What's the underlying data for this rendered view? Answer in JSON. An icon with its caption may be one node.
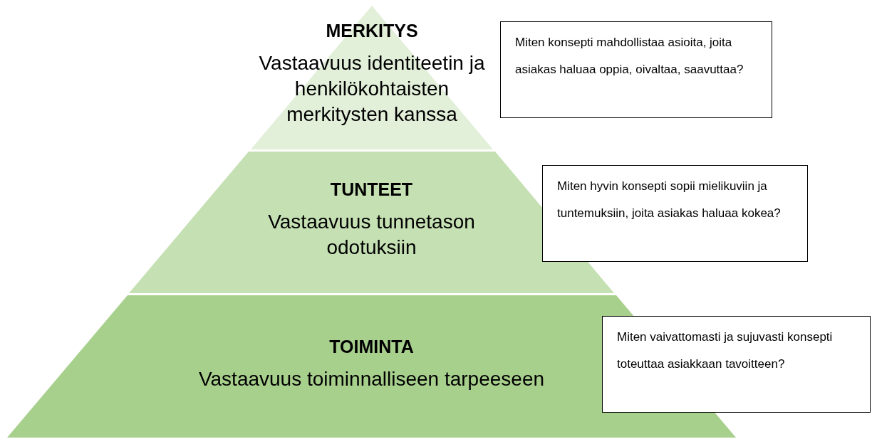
{
  "diagram": {
    "nodes": [
      {
        "text": [
          "MERKITYS",
          "Vastaavuus identiteetin ja henkilökohtaisten merkitysten kanssa"
        ]
      },
      {
        "text": [
          "TUNTEET",
          "Vastaavuus tunnetason odotuksiin"
        ]
      },
      {
        "text": [
          "TOIMINTA",
          "Vastaavuus toiminnalliseen tarpeeseen"
        ]
      },
      {
        "text": [
          "Miten konsepti mahdollistaa asioita, joita asiakas haluaa oppia, oivaltaa, saavuttaa?"
        ]
      },
      {
        "text": [
          "Miten hyvin konsepti sopii mielikuviin ja tuntemuksiin, joita asiakas haluaa kokea?"
        ]
      },
      {
        "text": [
          "Miten vaivattomasti ja sujuvasti konsepti toteuttaa asiakkaan tavoitteen?"
        ]
      }
    ]
  }
}
